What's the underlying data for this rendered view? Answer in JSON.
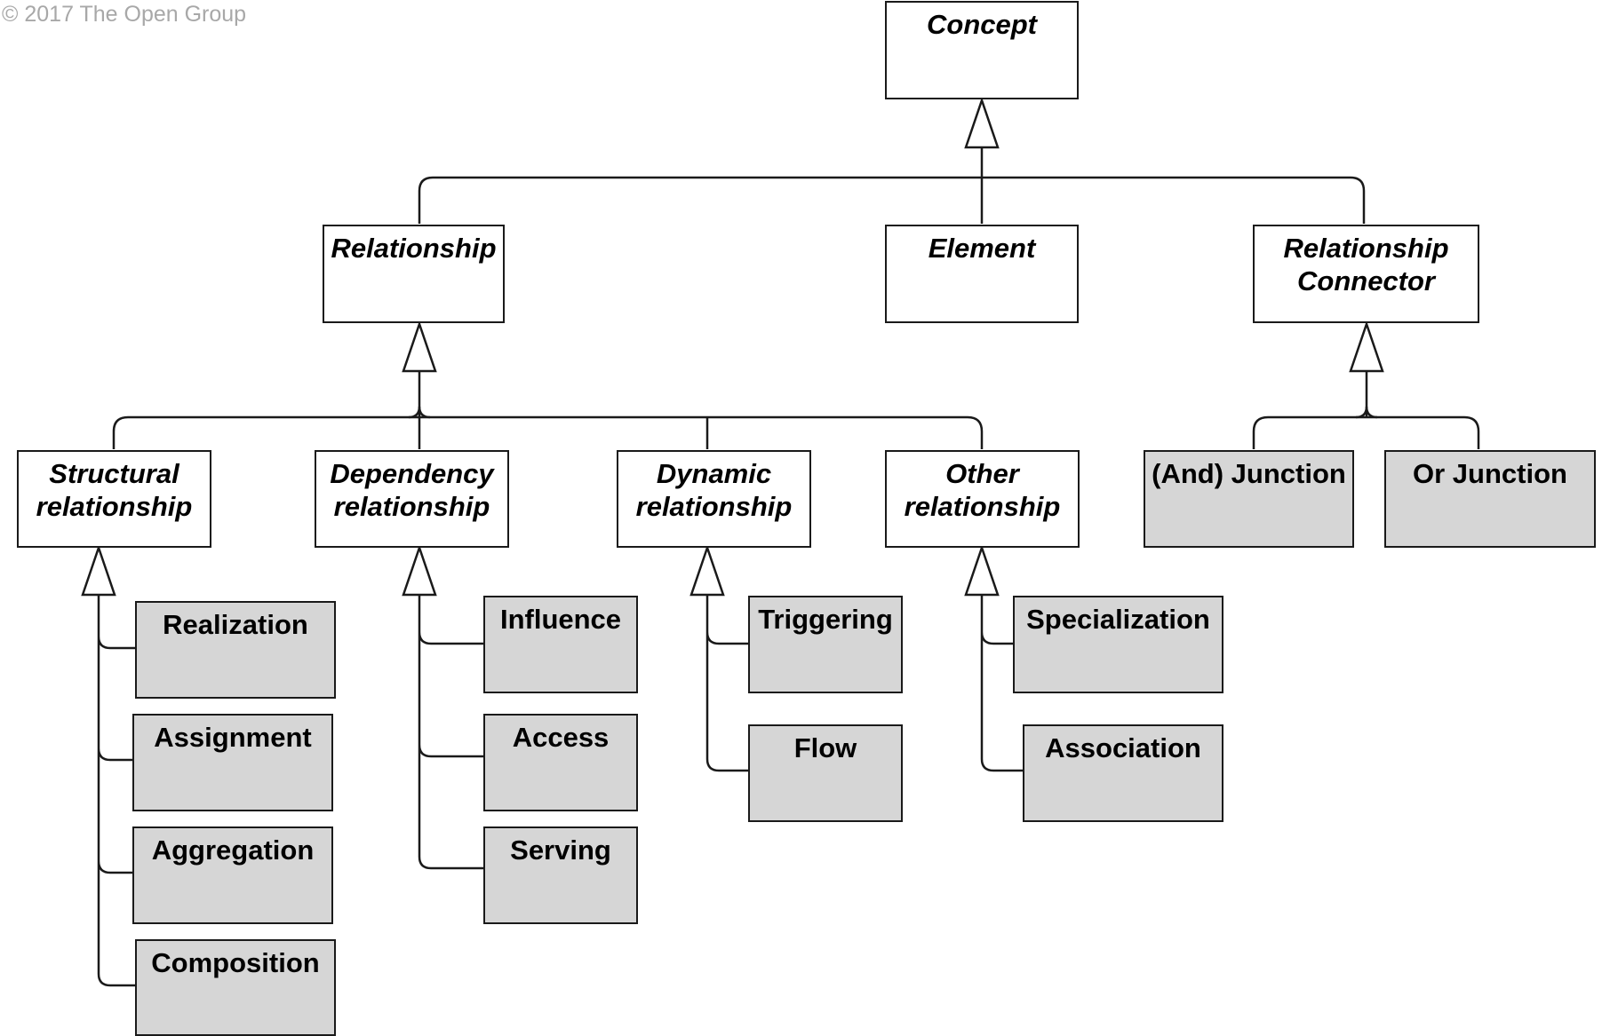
{
  "copyright": "© 2017 The Open Group",
  "colors": {
    "concrete_fill": "#d6d6d6",
    "abstract_fill": "#ffffff",
    "line": "#1a1a1a"
  },
  "nodes": {
    "concept": "Concept",
    "relationship": "Relationship",
    "element": "Element",
    "relationship_connector": [
      "Relationship",
      "Connector"
    ],
    "structural": [
      "Structural",
      "relationship"
    ],
    "dependency": [
      "Dependency",
      "relationship"
    ],
    "dynamic": [
      "Dynamic",
      "relationship"
    ],
    "other": [
      "Other",
      "relationship"
    ],
    "and_junction": "(And) Junction",
    "or_junction": "Or Junction",
    "realization": "Realization",
    "assignment": "Assignment",
    "aggregation": "Aggregation",
    "composition": "Composition",
    "influence": "Influence",
    "access": "Access",
    "serving": "Serving",
    "triggering": "Triggering",
    "flow": "Flow",
    "specialization": "Specialization",
    "association": "Association"
  }
}
